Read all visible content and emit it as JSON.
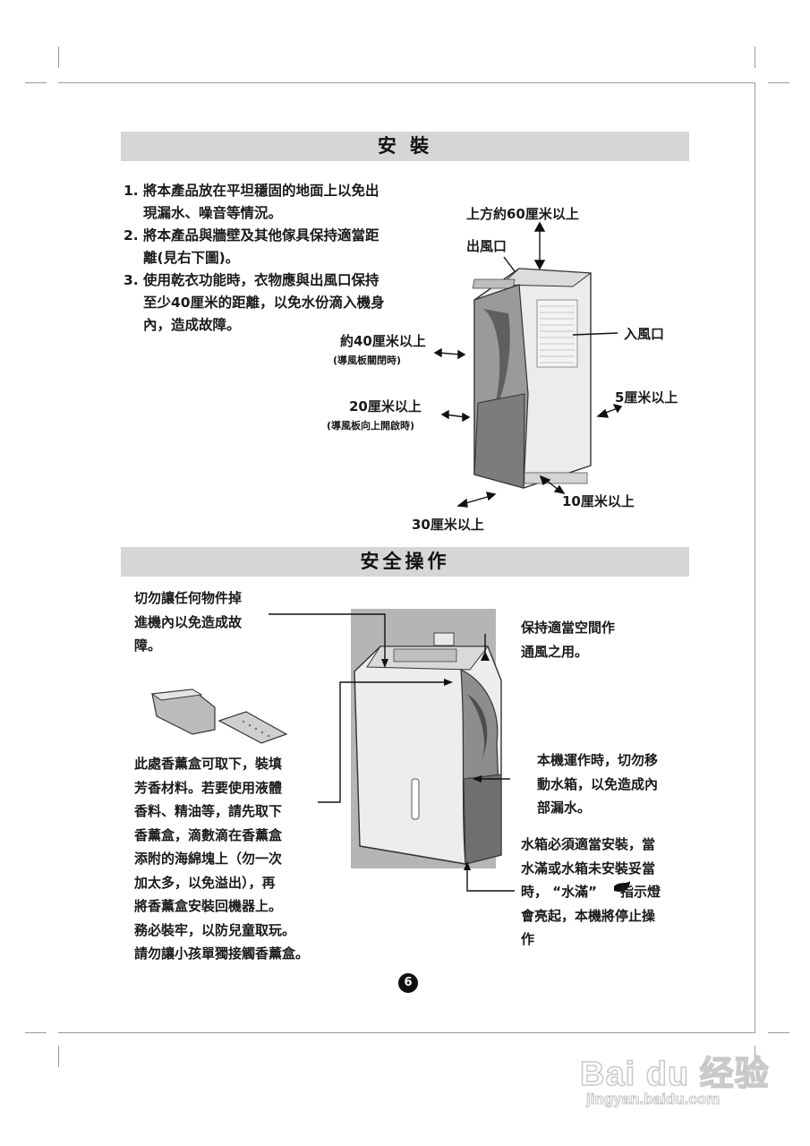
{
  "section1": {
    "title": "安 裝",
    "items": [
      {
        "num": "1.",
        "lines": [
          "將本產品放在平坦穩固的地面上以免出",
          "現漏水、噪音等情況。"
        ]
      },
      {
        "num": "2.",
        "lines": [
          "將本產品與牆壁及其他傢具保持適當距",
          "離(見右下圖)。"
        ]
      },
      {
        "num": "3.",
        "lines": [
          "使用乾衣功能時，衣物應與出風口保持",
          "至少40厘米的距離，以免水份滴入機身",
          "內，造成故障。"
        ]
      }
    ],
    "diagram": {
      "top_clearance": "上方約60厘米以上",
      "air_outlet": "出風口",
      "air_inlet": "入風口",
      "left_closed": "約40厘米以上",
      "left_closed_note": "(導風板關閉時)",
      "left_open": "20厘米以上",
      "left_open_note": "(導風板向上開啟時)",
      "right_side": "5厘米以上",
      "rear": "10厘米以上",
      "front": "30厘米以上"
    }
  },
  "section2": {
    "title": "安全操作",
    "note_top_left": [
      "切勿讓任何物件掉",
      "進機內以免造成故",
      "障。"
    ],
    "note_top_right": [
      "保持適當空間作",
      "通風之用。"
    ],
    "note_fragrance": [
      "此處香薰盒可取下，裝填",
      "芳香材料。若要使用液體",
      "香料、精油等，請先取下",
      "香薰盒，滴數滴在香薰盒",
      "添附的海綿塊上（勿一次",
      "加太多，以免溢出），再",
      "將香薰盒安裝回機器上。",
      "務必裝牢，以防兒童取玩。",
      "請勿讓小孩單獨接觸香薰盒。"
    ],
    "note_tank_move": [
      "本機運作時，切勿移",
      "動水箱，以免造成內",
      "部漏水。"
    ],
    "note_tank_install": [
      "水箱必須適當安裝，當",
      "水滿或水箱未安裝妥當",
      "時， “水滿”",
      "會亮起，本機將停止操",
      "作"
    ],
    "note_tank_install_tail": "指示燈"
  },
  "page_number": "6",
  "watermark": {
    "logo": "Bai du 经验",
    "url": "jingyan.baidu.com"
  }
}
